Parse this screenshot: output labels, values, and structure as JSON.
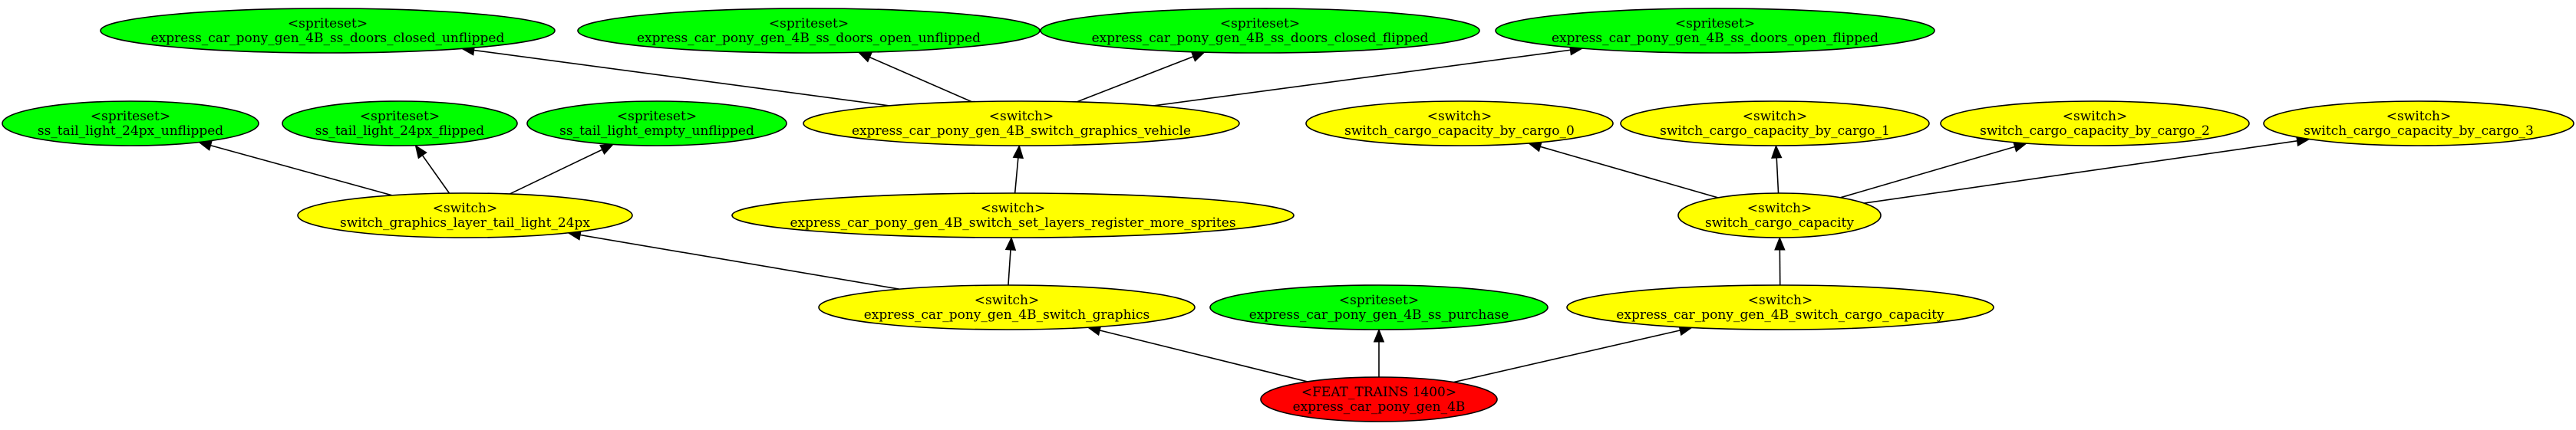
{
  "colors": {
    "spriteset": "#00ff00",
    "switch": "#ffff00",
    "feat_trains": "#ff0000",
    "edge": "#000000",
    "background": "#ffffff"
  },
  "graph": {
    "nodes": [
      {
        "id": "n_ss_doors_closed_unflipped",
        "kind": "spriteset",
        "type_label": "<spriteset>",
        "label": "express_car_pony_gen_4B_ss_doors_closed_unflipped"
      },
      {
        "id": "n_ss_doors_open_unflipped",
        "kind": "spriteset",
        "type_label": "<spriteset>",
        "label": "express_car_pony_gen_4B_ss_doors_open_unflipped"
      },
      {
        "id": "n_ss_doors_closed_flipped",
        "kind": "spriteset",
        "type_label": "<spriteset>",
        "label": "express_car_pony_gen_4B_ss_doors_closed_flipped"
      },
      {
        "id": "n_ss_doors_open_flipped",
        "kind": "spriteset",
        "type_label": "<spriteset>",
        "label": "express_car_pony_gen_4B_ss_doors_open_flipped"
      },
      {
        "id": "n_tail_unflipped",
        "kind": "spriteset",
        "type_label": "<spriteset>",
        "label": "ss_tail_light_24px_unflipped"
      },
      {
        "id": "n_tail_flipped",
        "kind": "spriteset",
        "type_label": "<spriteset>",
        "label": "ss_tail_light_24px_flipped"
      },
      {
        "id": "n_tail_empty",
        "kind": "spriteset",
        "type_label": "<spriteset>",
        "label": "ss_tail_light_empty_unflipped"
      },
      {
        "id": "n_switch_graphics_vehicle",
        "kind": "switch",
        "type_label": "<switch>",
        "label": "express_car_pony_gen_4B_switch_graphics_vehicle"
      },
      {
        "id": "n_cap_cargo_0",
        "kind": "switch",
        "type_label": "<switch>",
        "label": "switch_cargo_capacity_by_cargo_0"
      },
      {
        "id": "n_cap_cargo_1",
        "kind": "switch",
        "type_label": "<switch>",
        "label": "switch_cargo_capacity_by_cargo_1"
      },
      {
        "id": "n_cap_cargo_2",
        "kind": "switch",
        "type_label": "<switch>",
        "label": "switch_cargo_capacity_by_cargo_2"
      },
      {
        "id": "n_cap_cargo_3",
        "kind": "switch",
        "type_label": "<switch>",
        "label": "switch_cargo_capacity_by_cargo_3"
      },
      {
        "id": "n_layer_tail",
        "kind": "switch",
        "type_label": "<switch>",
        "label": "switch_graphics_layer_tail_light_24px"
      },
      {
        "id": "n_set_layers",
        "kind": "switch",
        "type_label": "<switch>",
        "label": "express_car_pony_gen_4B_switch_set_layers_register_more_sprites"
      },
      {
        "id": "n_cargo_capacity",
        "kind": "switch",
        "type_label": "<switch>",
        "label": "switch_cargo_capacity"
      },
      {
        "id": "n_switch_graphics",
        "kind": "switch",
        "type_label": "<switch>",
        "label": "express_car_pony_gen_4B_switch_graphics"
      },
      {
        "id": "n_ss_purchase",
        "kind": "spriteset",
        "type_label": "<spriteset>",
        "label": "express_car_pony_gen_4B_ss_purchase"
      },
      {
        "id": "n_switch_cargo_capacity",
        "kind": "switch",
        "type_label": "<switch>",
        "label": "express_car_pony_gen_4B_switch_cargo_capacity"
      },
      {
        "id": "n_feat_trains",
        "kind": "feat_trains",
        "type_label": "<FEAT_TRAINS 1400>",
        "label": "express_car_pony_gen_4B"
      }
    ],
    "edges": [
      {
        "from": "n_feat_trains",
        "to": "n_switch_graphics"
      },
      {
        "from": "n_feat_trains",
        "to": "n_ss_purchase"
      },
      {
        "from": "n_feat_trains",
        "to": "n_switch_cargo_capacity"
      },
      {
        "from": "n_switch_graphics",
        "to": "n_layer_tail"
      },
      {
        "from": "n_switch_graphics",
        "to": "n_set_layers"
      },
      {
        "from": "n_set_layers",
        "to": "n_switch_graphics_vehicle"
      },
      {
        "from": "n_switch_graphics_vehicle",
        "to": "n_ss_doors_closed_unflipped"
      },
      {
        "from": "n_switch_graphics_vehicle",
        "to": "n_ss_doors_open_unflipped"
      },
      {
        "from": "n_switch_graphics_vehicle",
        "to": "n_ss_doors_closed_flipped"
      },
      {
        "from": "n_switch_graphics_vehicle",
        "to": "n_ss_doors_open_flipped"
      },
      {
        "from": "n_layer_tail",
        "to": "n_tail_unflipped"
      },
      {
        "from": "n_layer_tail",
        "to": "n_tail_flipped"
      },
      {
        "from": "n_layer_tail",
        "to": "n_tail_empty"
      },
      {
        "from": "n_switch_cargo_capacity",
        "to": "n_cargo_capacity"
      },
      {
        "from": "n_cargo_capacity",
        "to": "n_cap_cargo_0"
      },
      {
        "from": "n_cargo_capacity",
        "to": "n_cap_cargo_1"
      },
      {
        "from": "n_cargo_capacity",
        "to": "n_cap_cargo_2"
      },
      {
        "from": "n_cargo_capacity",
        "to": "n_cap_cargo_3"
      }
    ]
  }
}
